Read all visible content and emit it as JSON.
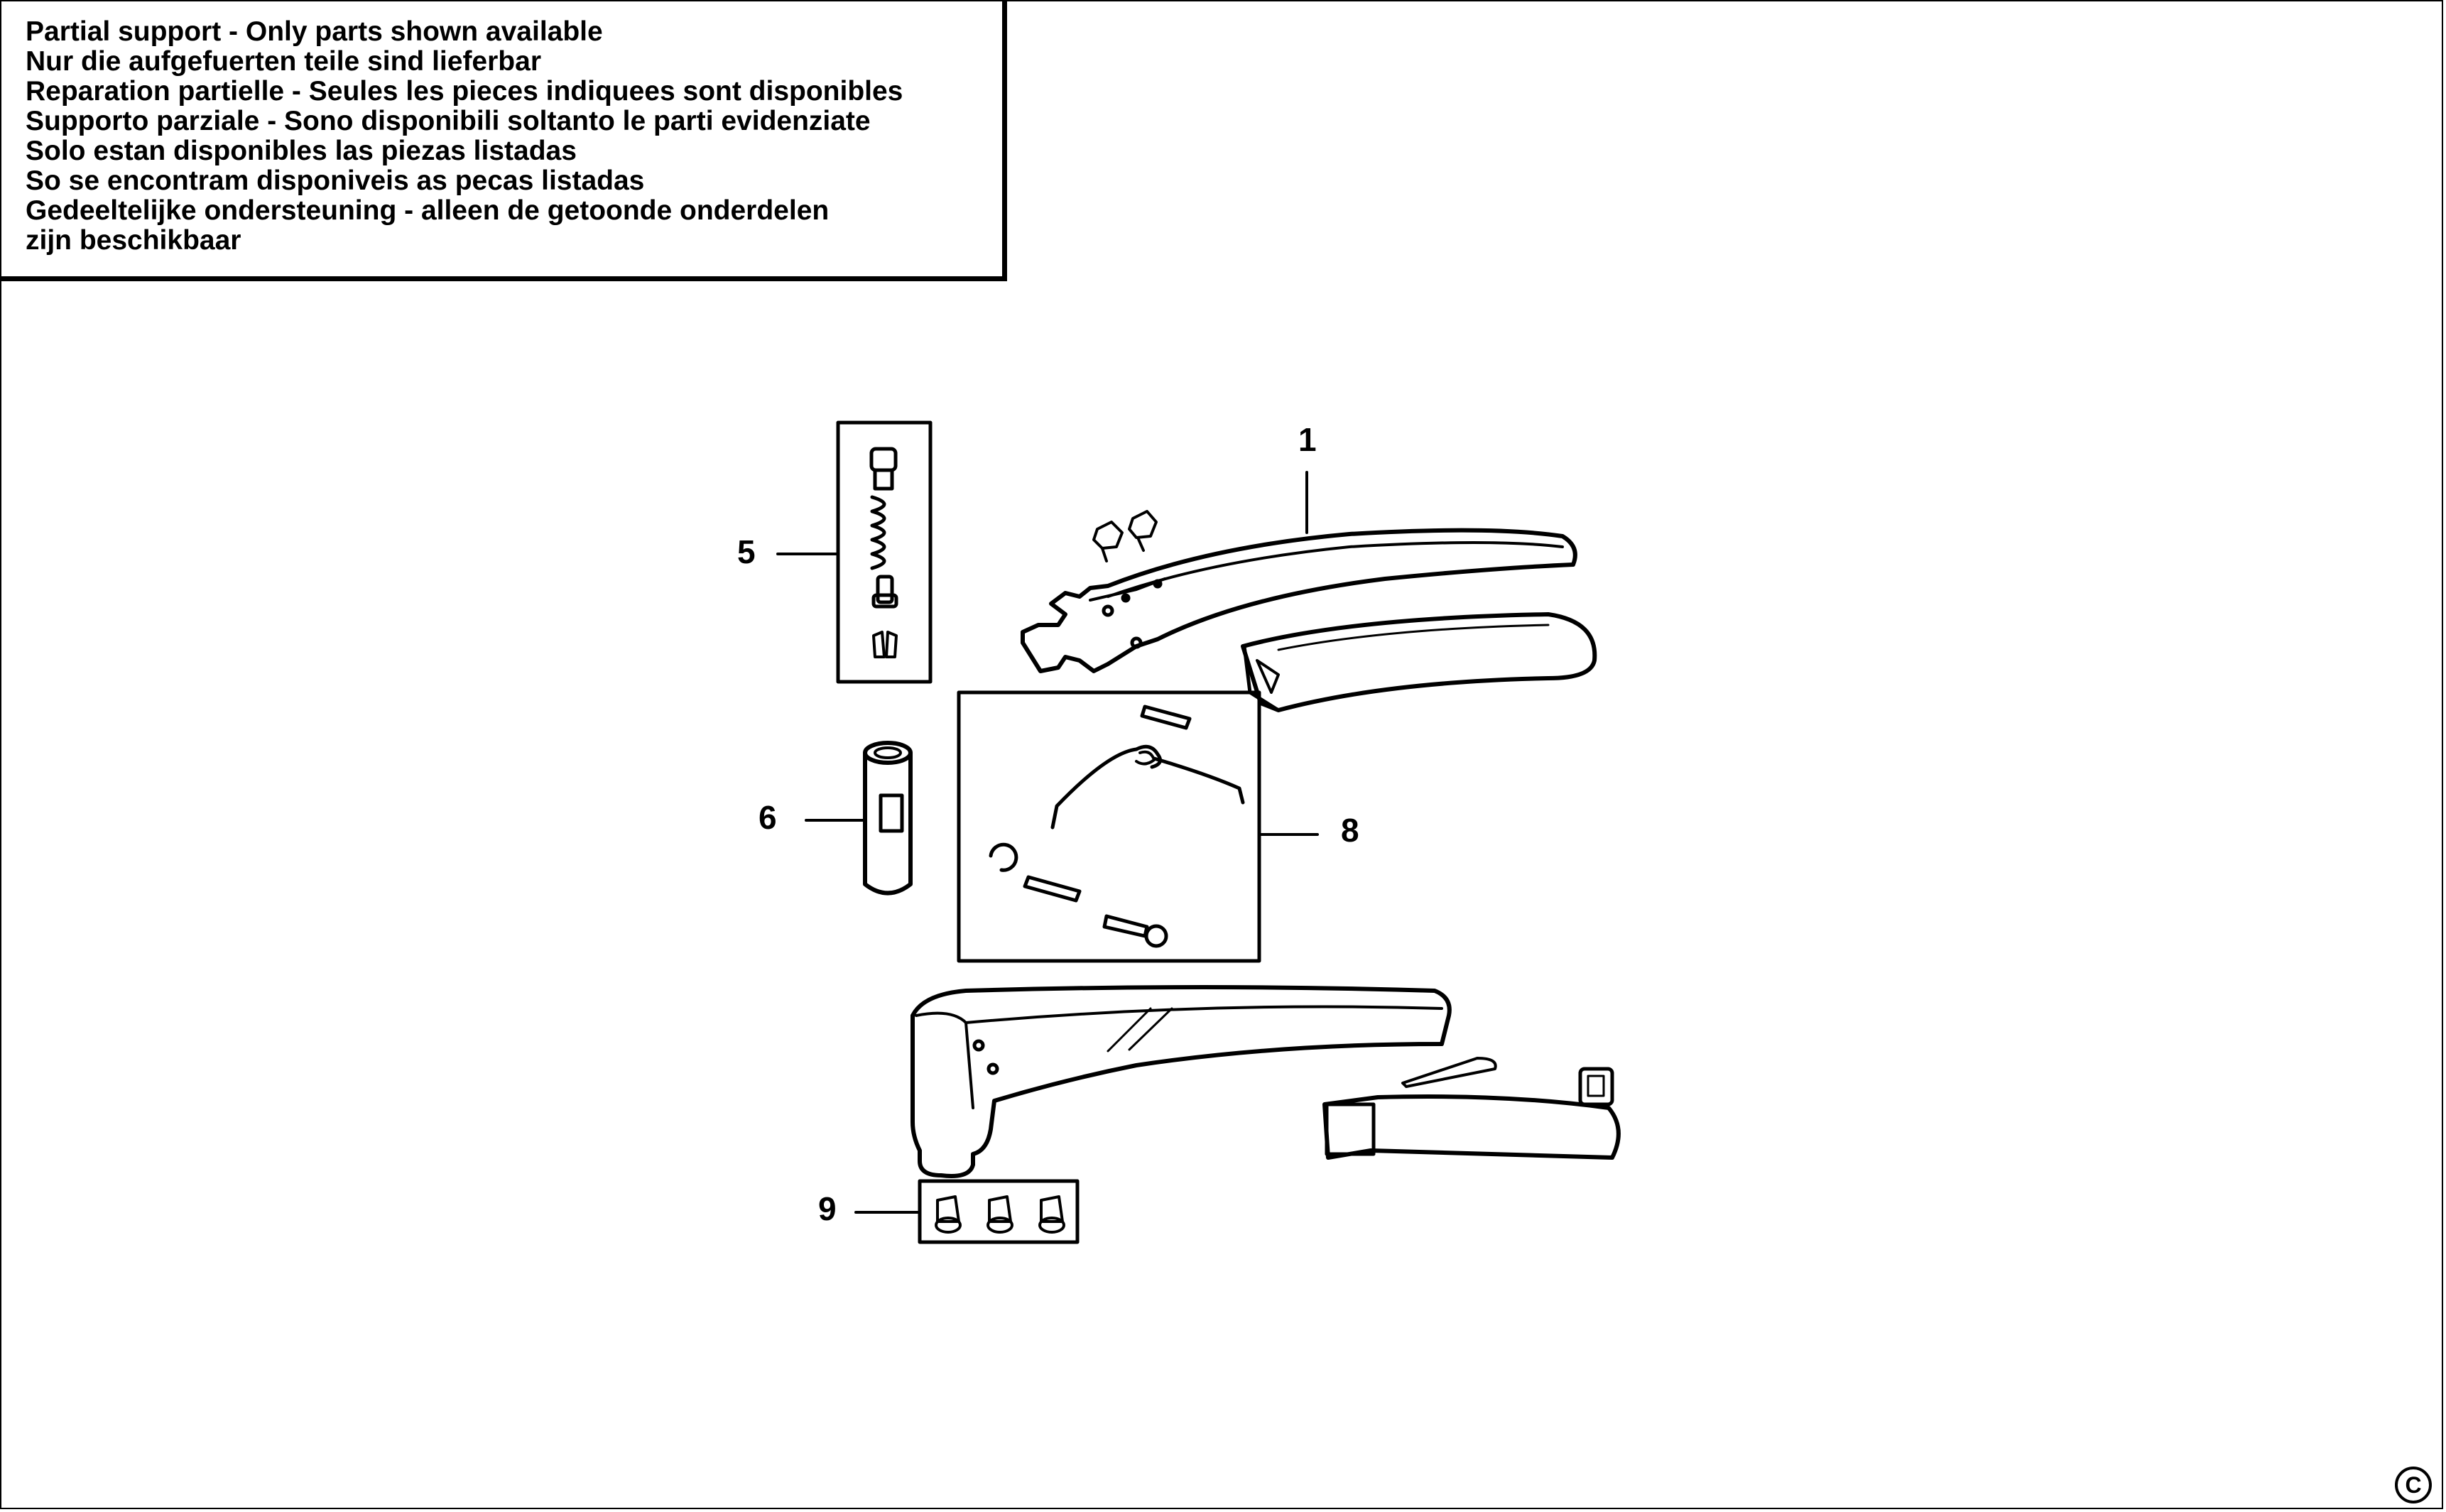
{
  "notice": {
    "lines": [
      "Partial support - Only parts shown available",
      "Nur die aufgefuerten teile sind lieferbar",
      "Reparation partielle - Seules les pieces indiquees sont disponibles",
      "Supporto parziale - Sono disponibili soltanto le parti evidenziate",
      "Solo estan disponibles las piezas listadas",
      "So se encontram disponiveis as pecas listadas",
      "Gedeeltelijke ondersteuning - alleen de getoonde onderdelen",
      "zijn beschikbaar"
    ]
  },
  "callouts": {
    "part_1": "1",
    "part_5": "5",
    "part_6": "6",
    "part_8": "8",
    "part_9": "9"
  },
  "copyright_symbol": "C"
}
